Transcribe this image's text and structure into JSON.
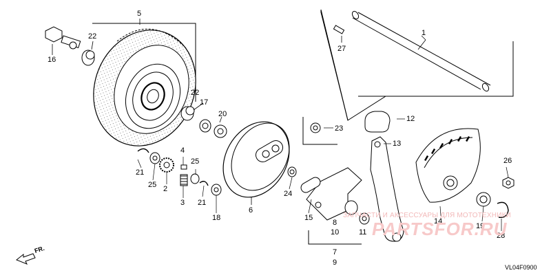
{
  "diagram": {
    "part_labels": [
      {
        "id": "p1",
        "text": "1"
      },
      {
        "id": "p2",
        "text": "2"
      },
      {
        "id": "p3",
        "text": "3"
      },
      {
        "id": "p4",
        "text": "4"
      },
      {
        "id": "p5",
        "text": "5"
      },
      {
        "id": "p6",
        "text": "6"
      },
      {
        "id": "p7",
        "text": "7"
      },
      {
        "id": "p8",
        "text": "8"
      },
      {
        "id": "p9",
        "text": "9"
      },
      {
        "id": "p10",
        "text": "10"
      },
      {
        "id": "p11",
        "text": "11"
      },
      {
        "id": "p12",
        "text": "12"
      },
      {
        "id": "p13",
        "text": "13"
      },
      {
        "id": "p14",
        "text": "14"
      },
      {
        "id": "p15",
        "text": "15"
      },
      {
        "id": "p16",
        "text": "16"
      },
      {
        "id": "p17",
        "text": "17"
      },
      {
        "id": "p18",
        "text": "18"
      },
      {
        "id": "p19",
        "text": "19"
      },
      {
        "id": "p20",
        "text": "20"
      },
      {
        "id": "p21a",
        "text": "21"
      },
      {
        "id": "p21b",
        "text": "21"
      },
      {
        "id": "p22a",
        "text": "22"
      },
      {
        "id": "p22b",
        "text": "22"
      },
      {
        "id": "p23",
        "text": "23"
      },
      {
        "id": "p24",
        "text": "24"
      },
      {
        "id": "p25a",
        "text": "25"
      },
      {
        "id": "p25b",
        "text": "25"
      },
      {
        "id": "p26",
        "text": "26"
      },
      {
        "id": "p27",
        "text": "27"
      },
      {
        "id": "p28",
        "text": "28"
      }
    ],
    "direction_label": "FR.",
    "reference_code": "VL04F0900",
    "watermark_text": "ЗАПЧАСТИ И АКСЕССУАРЫ ДЛЯ МОТОТЕХНИКИ",
    "watermark_logo": "PARTSFOR.RU"
  }
}
